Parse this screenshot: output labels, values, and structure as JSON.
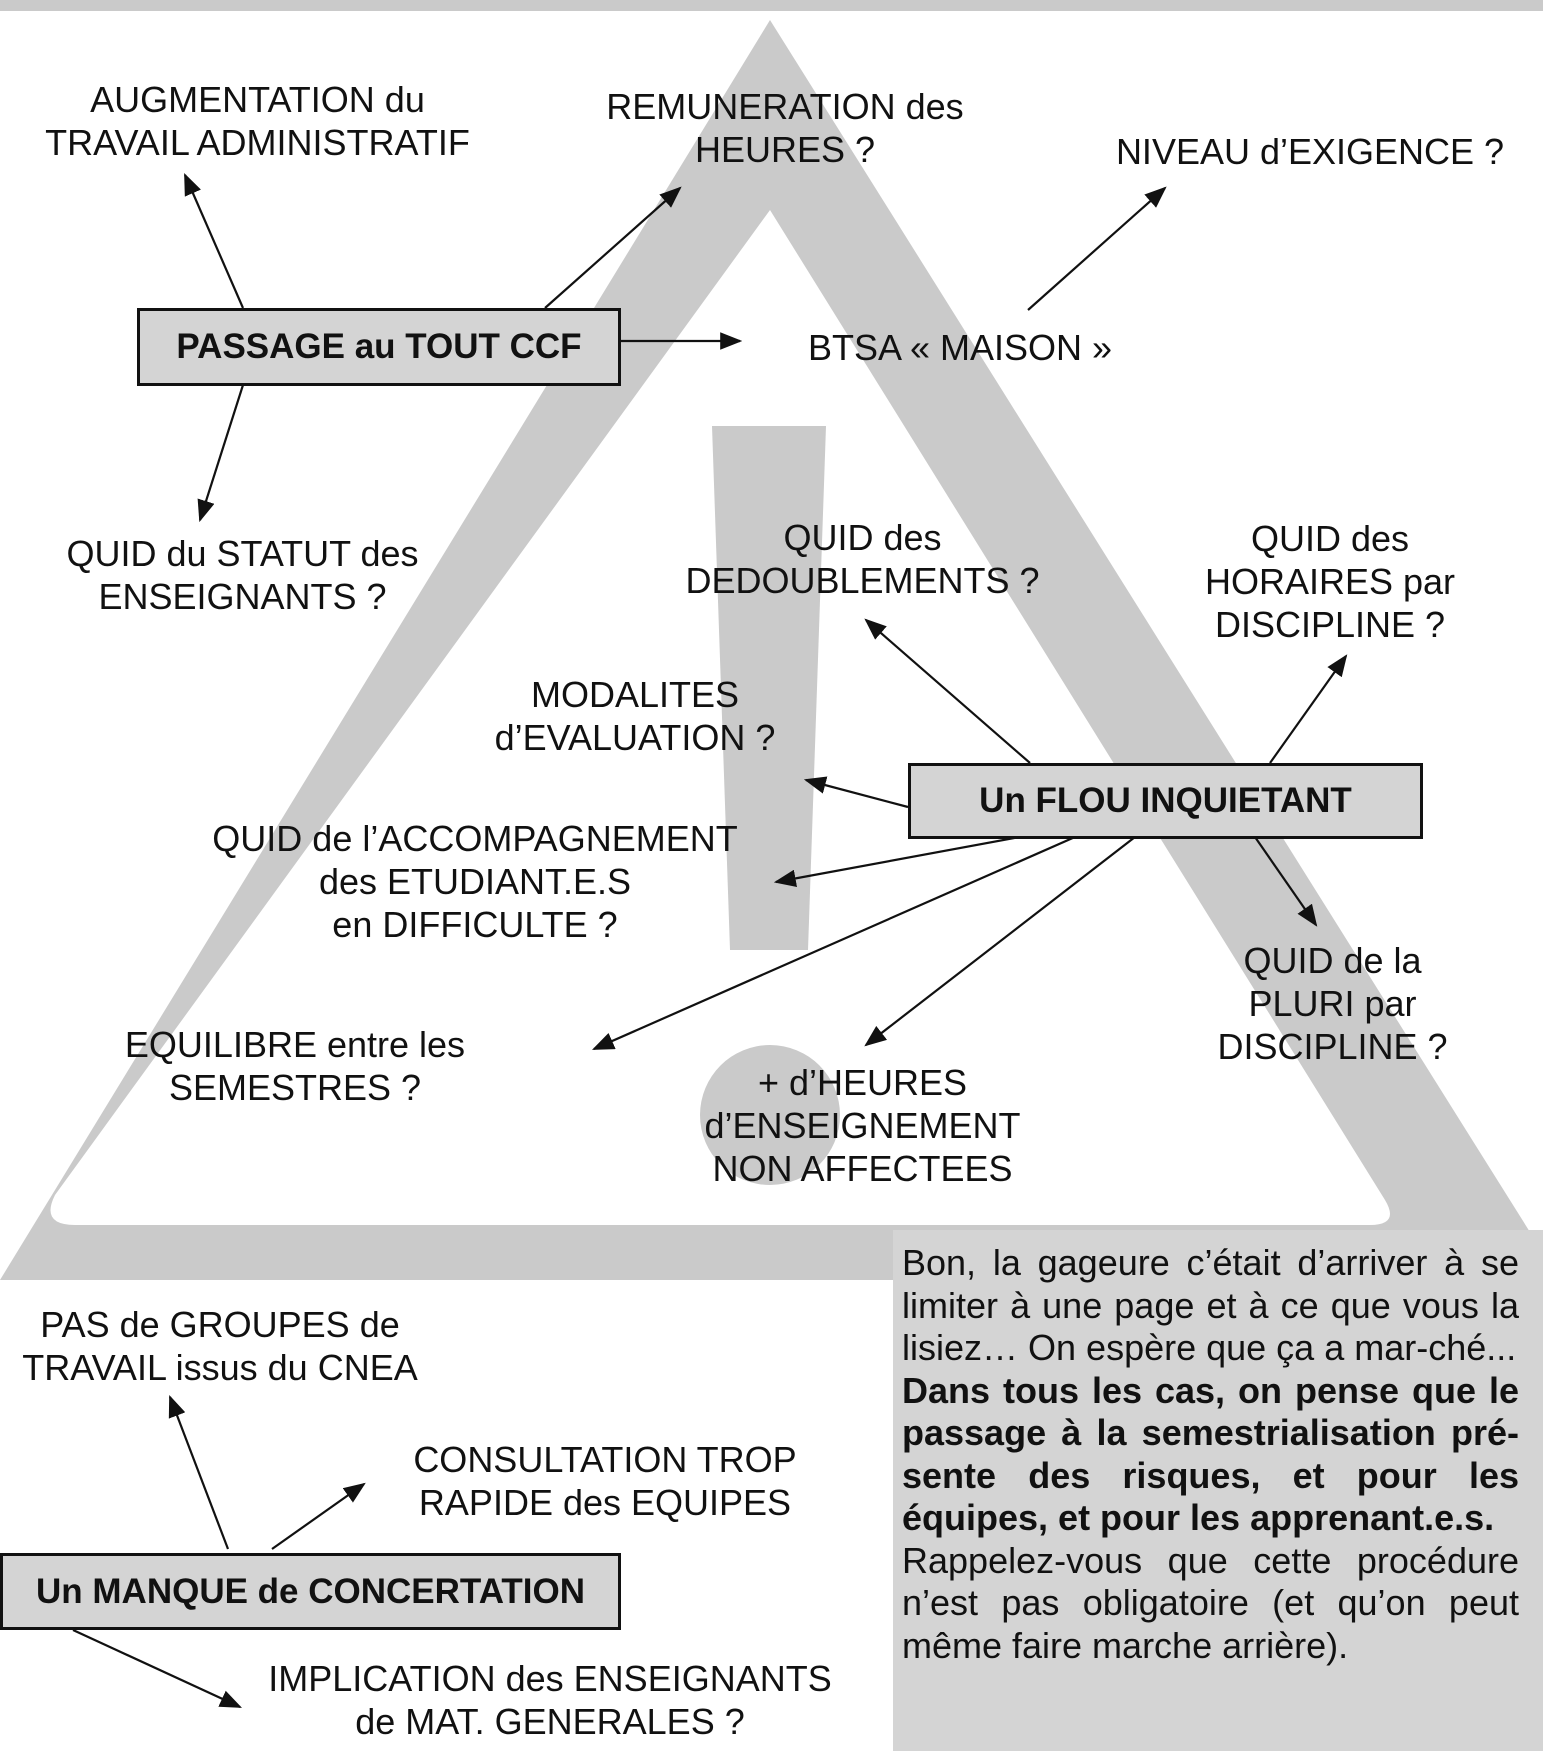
{
  "boxes": {
    "ccf": "PASSAGE au TOUT CCF",
    "flou": "Un FLOU INQUIETANT",
    "manque": "Un MANQUE de CONCERTATION"
  },
  "labels": {
    "augmentation": "AUGMENTATION du\nTRAVAIL ADMINISTRATIF",
    "remuneration": "REMUNERATION des\nHEURES ?",
    "niveau": "NIVEAU d’EXIGENCE ?",
    "btsa": "BTSA « MAISON »",
    "statut": "QUID du STATUT des\nENSEIGNANTS ?",
    "dedoublements": "QUID des\nDEDOUBLEMENTS ?",
    "horaires": "QUID des\nHORAIRES par\nDISCIPLINE ?",
    "modalites": "MODALITES\nd’EVALUATION ?",
    "accompagnement": "QUID de l’ACCOMPAGNEMENT\ndes ETUDIANT.E.S\nen DIFFICULTE ?",
    "equilibre": "EQUILIBRE entre les\nSEMESTRES ?",
    "heures": "+ d’HEURES\nd’ENSEIGNEMENT\nNON AFFECTEES",
    "pluri": "QUID de la\nPLURI par\nDISCIPLINE ?",
    "groupes": "PAS de GROUPES de\nTRAVAIL issus du CNEA",
    "consultation": "CONSULTATION TROP\nRAPIDE des EQUIPES",
    "implication": "IMPLICATION des ENSEIGNANTS\nde MAT. GENERALES ?"
  },
  "note": {
    "intro": "Bon, la gageure c’était d’arriver à se limiter à une page et à ce que vous la lisiez… On espère que ça a mar-ché...",
    "emphasis": "Dans tous les cas, on pense que le passage à la semestrialisation pré-sente des risques, et pour les équipes, et pour les apprenant.e.s.",
    "outro": "Rappelez-vous que cette procédure n’est pas obligatoire (et qu’on peut même faire marche arrière)."
  },
  "colors": {
    "warning_gray": "#cacaca",
    "box_fill": "#d4d4d4",
    "ink": "#111111"
  }
}
